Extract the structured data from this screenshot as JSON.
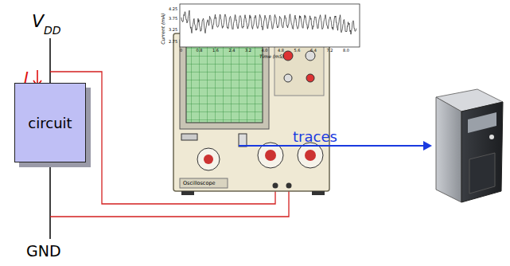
{
  "diagram": {
    "nodes": [
      {
        "text": [
          "circuit"
        ]
      }
    ],
    "labels": [
      "V",
      "DD",
      "I",
      "GND",
      "Current (mA)",
      "Time (mS)",
      "4.25",
      "3.75",
      "3.25",
      "2.75",
      "0",
      "0.8",
      "1.6",
      "2.4",
      "3.2",
      "4.0",
      "4.8",
      "5.6",
      "6.4",
      "7.2",
      "8.0",
      "Oscilloscope",
      "traces"
    ]
  }
}
